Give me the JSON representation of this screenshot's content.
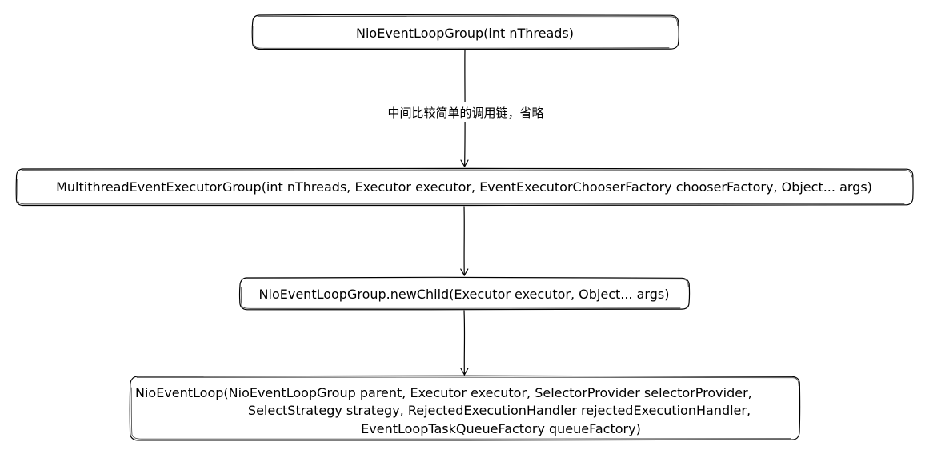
{
  "nodes": [
    {
      "lines": [
        "NioEventLoopGroup(int nThreads)"
      ]
    },
    {
      "lines": [
        "MultithreadEventExecutorGroup(int nThreads, Executor executor, EventExecutorChooserFactory chooserFactory, Object... args)"
      ]
    },
    {
      "lines": [
        "NioEventLoopGroup.newChild(Executor executor, Object... args)"
      ]
    },
    {
      "lines": [
        "NioEventLoop(NioEventLoopGroup parent, Executor executor, SelectorProvider selectorProvider,",
        "SelectStrategy strategy, RejectedExecutionHandler rejectedExecutionHandler,",
        "EventLoopTaskQueueFactory queueFactory)"
      ]
    }
  ],
  "edges": [
    {
      "label": "中间比较简单的调用链，省略"
    },
    {
      "label": ""
    },
    {
      "label": ""
    }
  ]
}
